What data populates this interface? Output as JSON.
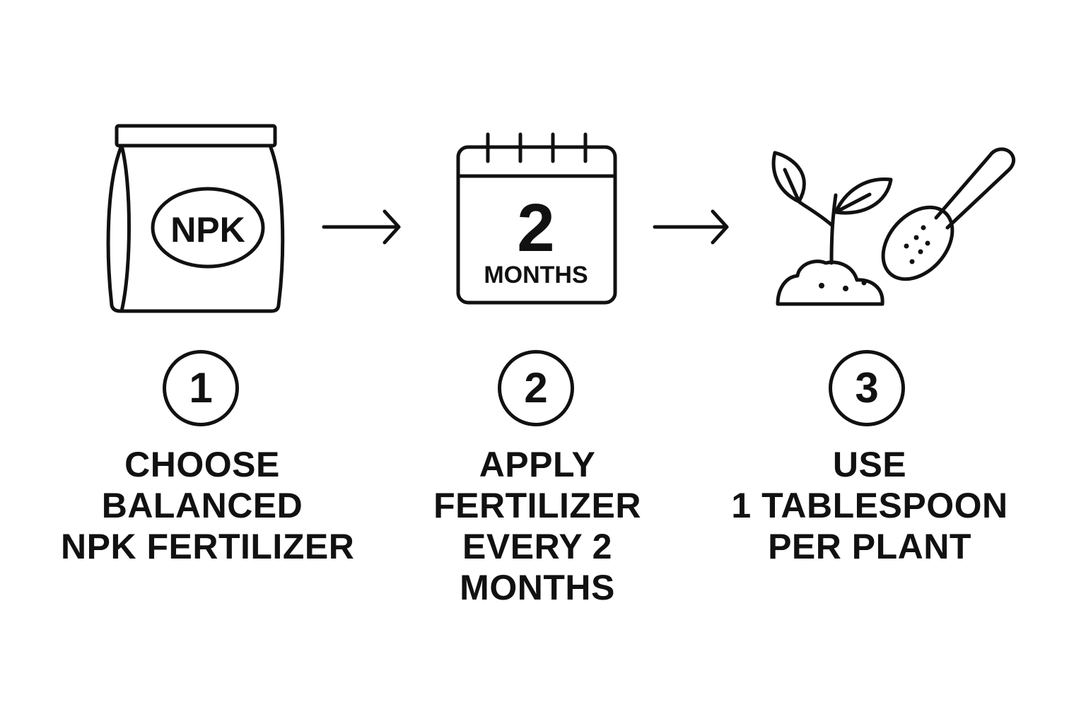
{
  "steps": [
    {
      "number": "1",
      "icon": "fertilizer-bag-icon",
      "icon_text": "NPK",
      "label_lines": [
        "CHOOSE",
        "BALANCED",
        "NPK FERTILIZER"
      ]
    },
    {
      "number": "2",
      "icon": "calendar-icon",
      "icon_number": "2",
      "icon_text": "MONTHS",
      "label_lines": [
        "APPLY",
        "FERTILIZER",
        "EVERY 2",
        "MONTHS"
      ]
    },
    {
      "number": "3",
      "icon": "seedling-and-spoon-icon",
      "label_lines": [
        "USE",
        "1 TABLESPOON",
        "PER PLANT"
      ]
    }
  ],
  "connectors": [
    "arrow-right-icon",
    "arrow-right-icon"
  ],
  "colors": {
    "stroke": "#111111",
    "background": "#ffffff"
  }
}
